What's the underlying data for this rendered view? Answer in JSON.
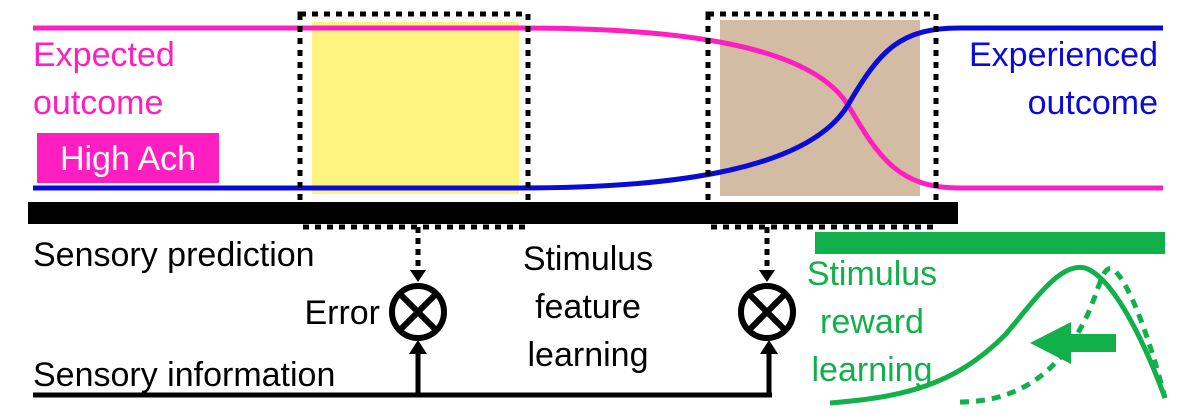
{
  "labels": {
    "expected_outcome_line1": "Expected",
    "expected_outcome_line2": "outcome",
    "high_ach": "High Ach",
    "experienced_outcome_line1": "Experienced",
    "experienced_outcome_line2": "outcome",
    "sensory_prediction": "Sensory prediction",
    "sensory_information": "Sensory information",
    "error": "Error",
    "stimulus_feature_line1": "Stimulus",
    "stimulus_feature_line2": "feature",
    "stimulus_feature_line3": "learning",
    "stimulus_reward_line1": "Stimulus",
    "stimulus_reward_line2": "reward",
    "stimulus_reward_line3": "learning"
  },
  "colors": {
    "expected": "#ff1fc0",
    "experienced": "#0b0bd6",
    "high_ach_bg": "#ff1fc0",
    "high_ach_text": "#ffffff",
    "window_1_fill": "#fff47f",
    "window_2_fill": "#d2bca3",
    "reward_learning": "#12b04a",
    "black": "#000000"
  },
  "symbols": {
    "comparator_icon": "circled-times"
  }
}
